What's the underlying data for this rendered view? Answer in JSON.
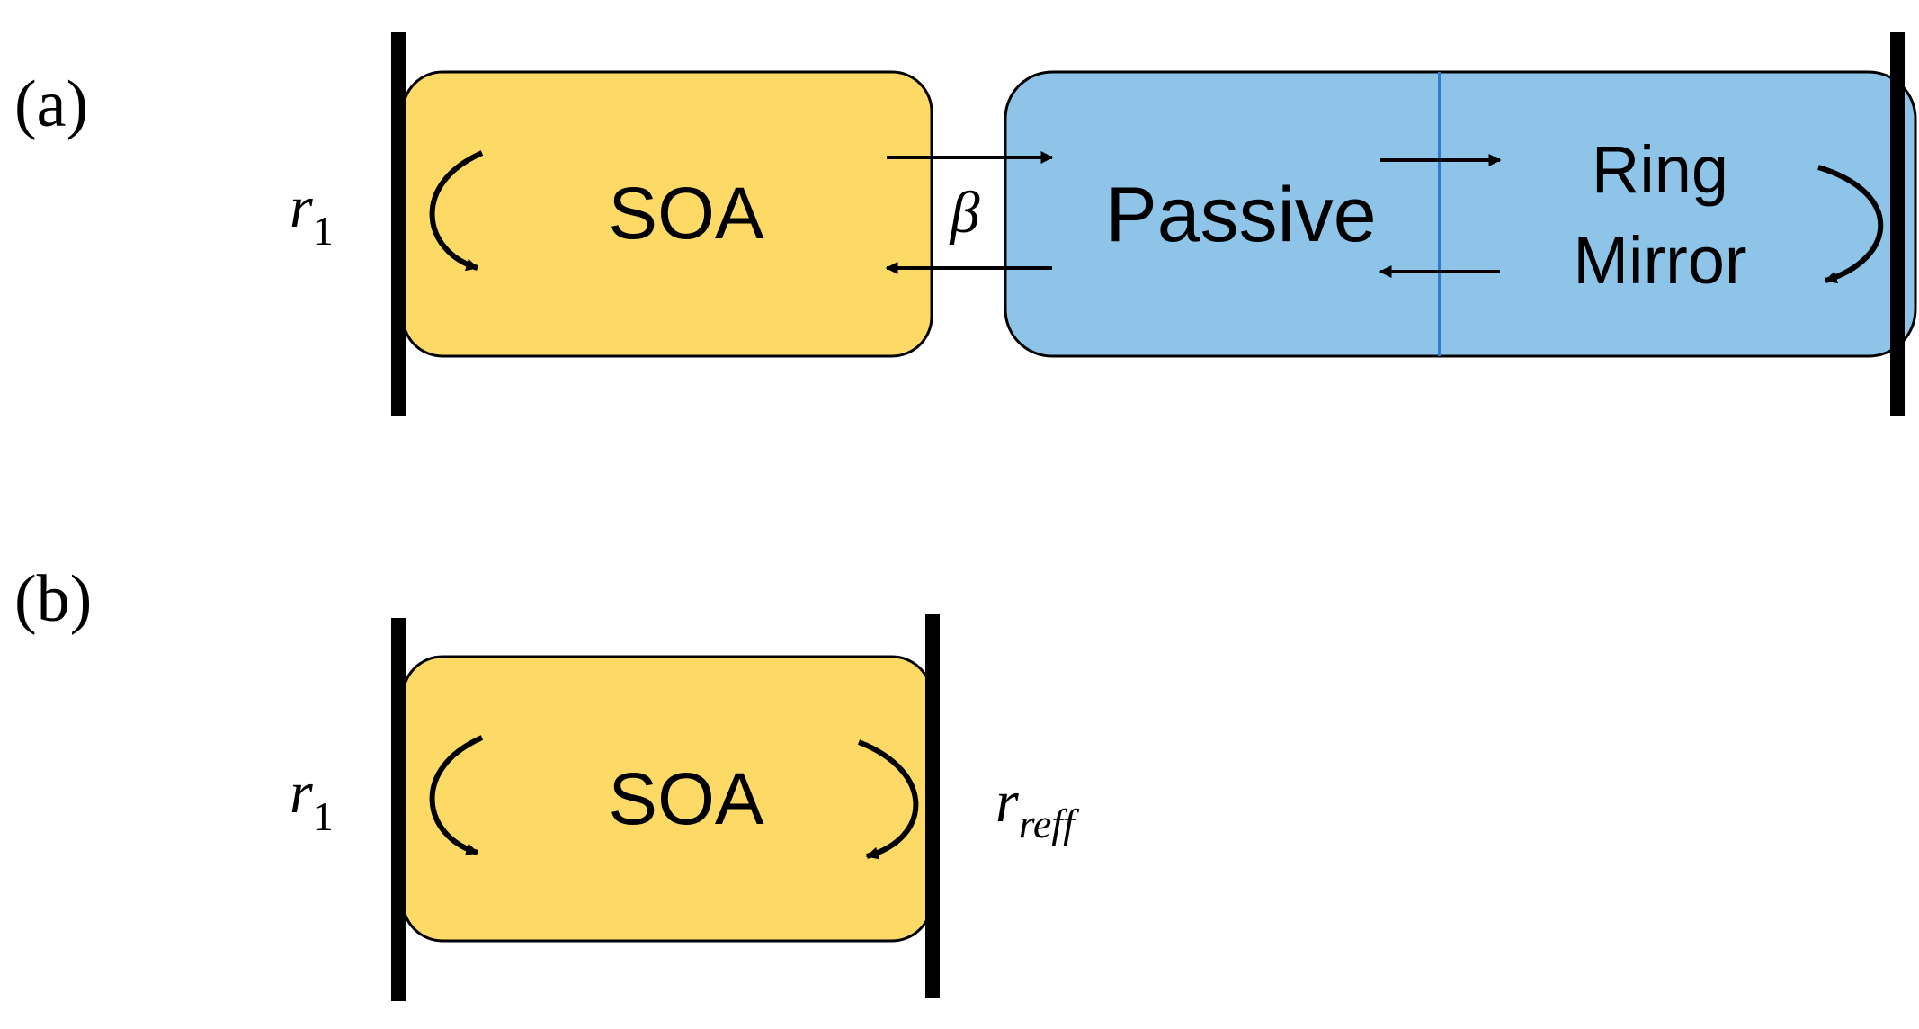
{
  "panel_a": {
    "label": "(a)",
    "mirror_left_label": {
      "main": "r",
      "sub": "1"
    },
    "soa_label": "SOA",
    "coupling_label": "β",
    "passive_label": "Passive",
    "ring_mirror_label": {
      "line1": "Ring",
      "line2": "Mirror"
    }
  },
  "panel_b": {
    "label": "(b)",
    "mirror_left_label": {
      "main": "r",
      "sub": "1"
    },
    "soa_label": "SOA",
    "mirror_right_label": {
      "main": "r",
      "sub": "reff"
    }
  },
  "colors": {
    "soa_fill": "#FDD966",
    "passive_fill": "#8EC4E8",
    "divider_line": "#2E7BD0",
    "mirror": "#000000",
    "arrow": "#000000",
    "text": "#000000"
  }
}
